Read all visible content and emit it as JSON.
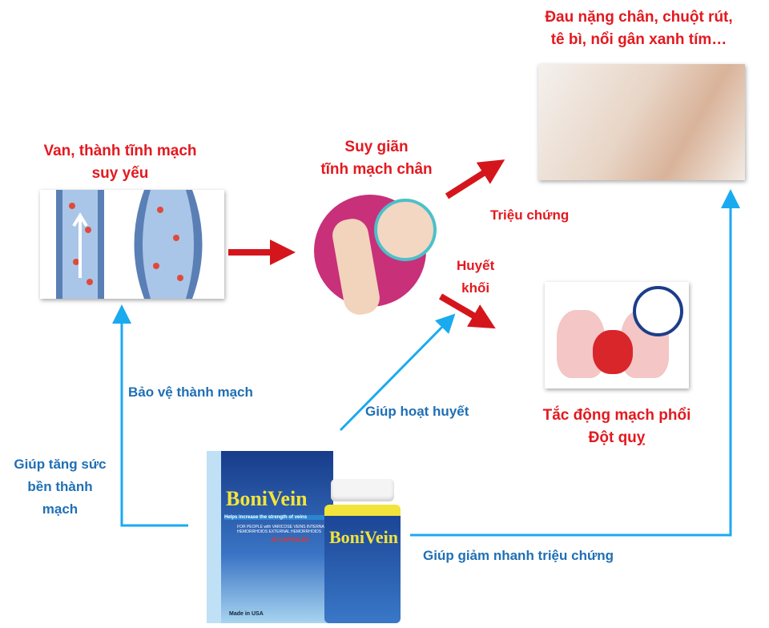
{
  "symptom_title": {
    "line1": "Đau nặng chân, chuột rút,",
    "line2": "tê bì, nổi gân xanh tím…"
  },
  "cause_title": {
    "line1": "Van, thành tĩnh mạch",
    "line2": "suy yếu"
  },
  "condition_title": {
    "line1": "Suy giãn",
    "line2": "tĩnh mạch chân"
  },
  "symptom_label": "Triệu chứng",
  "clot_label": {
    "line1": "Huyết",
    "line2": "khối"
  },
  "complication": {
    "line1": "Tắc động mạch phổi",
    "line2": "Đột quỵ"
  },
  "benefits": {
    "protect": "Bảo vệ thành mạch",
    "strength": {
      "line1": "Giúp tăng sức",
      "line2": "bền thành",
      "line3": "mạch"
    },
    "circulation": "Giúp hoạt huyết",
    "relief": "Giúp giảm nhanh triệu chứng"
  },
  "product": {
    "brand": "BoniVein",
    "tagline": "Helps increase the strength of veins",
    "indications": "FOR PEOPLE with VARICOSE VEINS INTERNAL HEMORRHOIDS EXTERNAL HEMORRHOIDS",
    "capsules": "30 CAPSULES",
    "origin": "Made in USA"
  },
  "colors": {
    "red": "#e3191f",
    "blue_text": "#1f6fb5",
    "arrow_blue": "#1aaaf0",
    "arrow_red": "#e3191f"
  }
}
